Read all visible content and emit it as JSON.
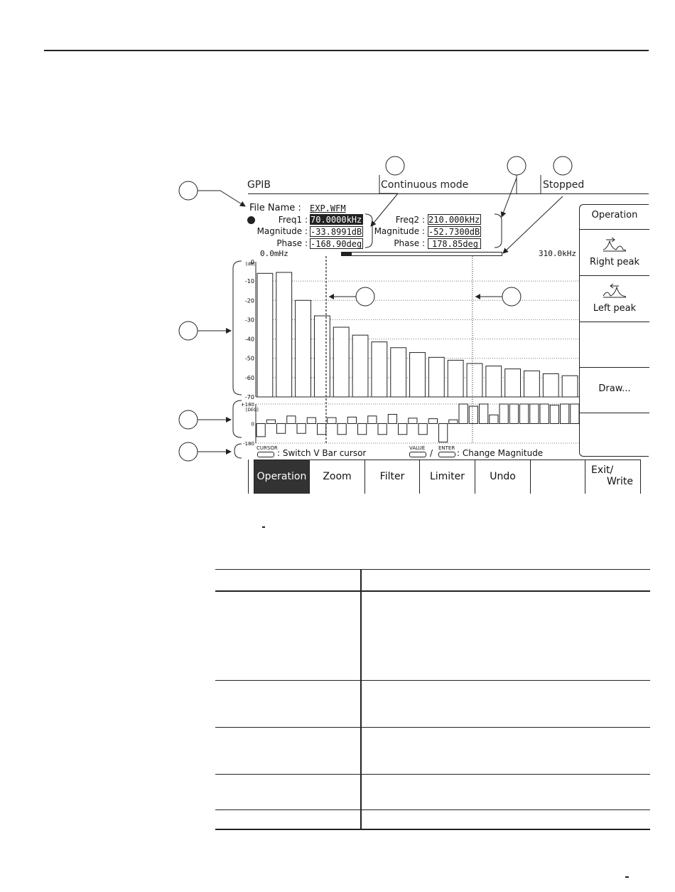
{
  "screen": {
    "status": {
      "interface": "GPIB",
      "mode": "Continuous mode",
      "state": "Stopped"
    },
    "file": {
      "label": "File Name  :",
      "value": "EXP.WFM"
    },
    "cursor1": {
      "freq_label": "Freq1 :",
      "freq_value": "70.0000kHz",
      "mag_label": "Magnitude :",
      "mag_value": "-33.8991dB",
      "phase_label": "Phase :",
      "phase_value": "-168.90deg"
    },
    "cursor2": {
      "freq_label": "Freq2 :",
      "freq_value": "210.000kHz",
      "mag_label": "Magnitude :",
      "mag_value": "-52.7300dB",
      "phase_label": "Phase :",
      "phase_value": "178.85deg"
    },
    "freq_axis": {
      "start": "0.0mHz",
      "end": "310.0kHz"
    },
    "side_menu": {
      "title": "Operation",
      "right_peak": "Right peak",
      "left_peak": "Left peak",
      "draw": "Draw..."
    },
    "hint": {
      "cursor_key": "CURSOR",
      "cursor_text": ": Switch V Bar cursor",
      "value_key": "VALUE",
      "enter_key": "ENTER",
      "slash": "/",
      "change_text": ": Change Magnitude"
    },
    "bottom_menu": {
      "operation": "Operation",
      "zoom": "Zoom",
      "filter": "Filter",
      "limiter": "Limiter",
      "undo": "Undo",
      "exit_line1": "Exit/",
      "exit_line2": "Write"
    },
    "colors": {
      "ink": "#222222",
      "selected_bg": "#333333"
    }
  },
  "chart_data": [
    {
      "type": "bar",
      "ylabel": "[dB]",
      "yticks": [
        "0",
        "-10",
        "-20",
        "-30",
        "-40",
        "-50",
        "-60",
        "-70"
      ],
      "ylim": [
        -70,
        0
      ],
      "grid": true,
      "values": [
        -6,
        -5.5,
        -20,
        -28,
        -33.9,
        -38,
        -41.5,
        -44.5,
        -47,
        -49.5,
        -51,
        -52.7,
        -54,
        -55.5,
        -56.5,
        -58,
        -59
      ]
    },
    {
      "type": "bar",
      "ylabel": "[DEG]",
      "yticks": [
        "+180",
        "0",
        "-180"
      ],
      "ylim": [
        -180,
        180
      ],
      "grid": true,
      "values": [
        -120,
        35,
        -90,
        70,
        -90,
        55,
        -100,
        55,
        -100,
        60,
        -100,
        70,
        -100,
        85,
        -100,
        50,
        -100,
        45,
        -170,
        35,
        180,
        160,
        180,
        80,
        180,
        180,
        180,
        180,
        180,
        170,
        180,
        180
      ]
    }
  ]
}
